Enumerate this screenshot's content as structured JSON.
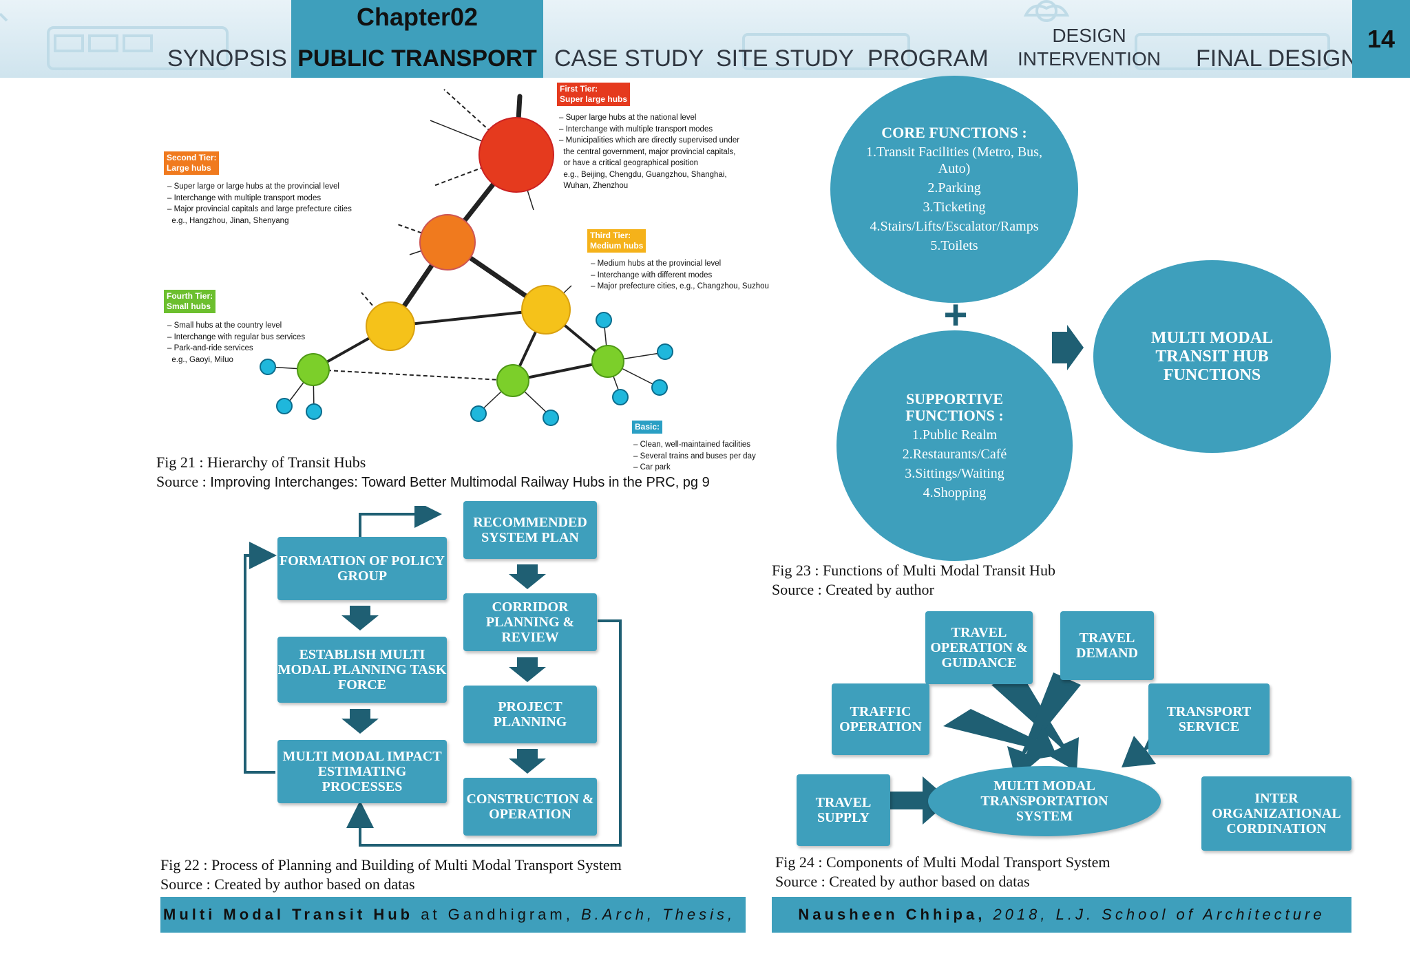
{
  "header": {
    "chapter": "Chapter02",
    "nav": [
      "SYNOPSIS",
      "PUBLIC TRANSPORT",
      "CASE STUDY",
      "SITE STUDY",
      "PROGRAM",
      "DESIGN",
      "INTERVENTION",
      "FINAL DESIGN"
    ],
    "page_number": "14"
  },
  "fig21": {
    "tiers": [
      {
        "tag_line1": "First Tier:",
        "tag_line2": "Super large hubs",
        "color": "#e53a1e",
        "items": [
          "Super large hubs at the national level",
          "Interchange with multiple transport modes",
          "Municipalities which are directly supervised under",
          "the central government, major provincial capitals,",
          "or have a critical geographical position",
          "e.g., Beijing, Chengdu, Guangzhou, Shanghai,",
          "Wuhan, Zhenzhou"
        ]
      },
      {
        "tag_line1": "Second Tier:",
        "tag_line2": "Large hubs",
        "color": "#f07a1e",
        "items": [
          "Super large or large hubs at the provincial level",
          "Interchange with multiple transport modes",
          "Major provincial capitals and large prefecture cities",
          "e.g., Hangzhou, Jinan, Shenyang"
        ]
      },
      {
        "tag_line1": "Third Tier:",
        "tag_line2": "Medium hubs",
        "color": "#f5b21a",
        "items": [
          "Medium hubs at the provincial level",
          "Interchange with different modes",
          "Major prefecture cities, e.g., Changzhou, Suzhou"
        ]
      },
      {
        "tag_line1": "Fourth Tier:",
        "tag_line2": "Small hubs",
        "color": "#6cbf2e",
        "items": [
          "Small hubs at the country level",
          "Interchange with regular bus services",
          "Park-and-ride services",
          "e.g., Gaoyi, Miluo"
        ]
      },
      {
        "tag_line1": "Basic:",
        "tag_line2": "",
        "color": "#2a9fc4",
        "items": [
          "Clean, well-maintained facilities",
          "Several trains and buses per day",
          "Car park"
        ]
      }
    ],
    "caption": "Fig 21 : Hierarchy of Transit Hubs",
    "source_label": "Source : ",
    "source": "Improving Interchanges: Toward Better Multimodal Railway Hubs in the PRC, pg 9"
  },
  "fig22": {
    "boxes": [
      "FORMATION OF POLICY GROUP",
      "ESTABLISH MULTI MODAL PLANNING TASK FORCE",
      "MULTI MODAL IMPACT ESTIMATING PROCESSES",
      "RECOMMENDED SYSTEM PLAN",
      "CORRIDOR PLANNING & REVIEW",
      "PROJECT PLANNING",
      "CONSTRUCTION & OPERATION"
    ],
    "caption": "Fig 22 : Process of Planning and Building of Multi Modal Transport System",
    "source": "Source : Created by author based on datas"
  },
  "fig23": {
    "core_title": "CORE FUNCTIONS :",
    "core_items": [
      "1.Transit Facilities (Metro, Bus, Auto)",
      "2.Parking",
      "3.Ticketing",
      "4.Stairs/Lifts/Escalator/Ramps",
      "5.Toilets"
    ],
    "plus": "+",
    "supportive_title": "SUPPORTIVE FUNCTIONS :",
    "supportive_items": [
      "1.Public Realm",
      "2.Restaurants/Café",
      "3.Sittings/Waiting",
      "4.Shopping"
    ],
    "result": "MULTI MODAL TRANSIT HUB FUNCTIONS",
    "caption": "Fig 23 : Functions of Multi Modal Transit Hub",
    "source": "Source : Created by author"
  },
  "fig24": {
    "center": "MULTI MODAL TRANSPORTATION SYSTEM",
    "components": [
      "TRAVEL OPERATION & GUIDANCE",
      "TRAVEL DEMAND",
      "TRAFFIC OPERATION",
      "TRANSPORT SERVICE",
      "TRAVEL SUPPLY",
      "INTER ORGANIZATIONAL CORDINATION"
    ],
    "caption": "Fig 24 : Components of Multi Modal Transport System",
    "source": "Source : Created by author based on datas"
  },
  "footer": {
    "left_bold": "Multi Modal Transit Hub",
    "left_rest": " at Gandhigram, ",
    "left_italic": "B.Arch, Thesis,",
    "right_bold": "Nausheen Chhipa,",
    "right_italic": " 2018, L.J. School of Architecture"
  },
  "colors": {
    "accent": "#3e9fbc",
    "arrow": "#1f5f73"
  }
}
